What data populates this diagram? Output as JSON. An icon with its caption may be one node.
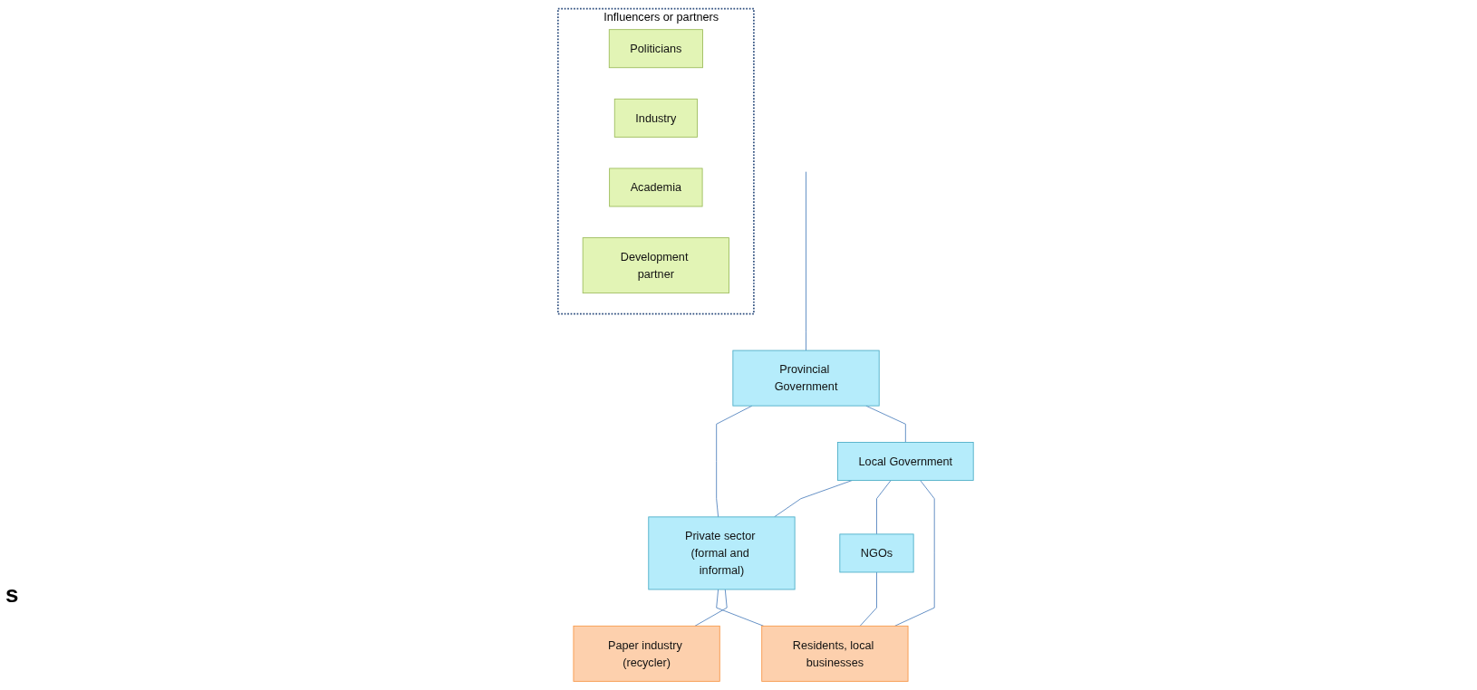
{
  "diagram": {
    "nodes": [
      {
        "text": [
          "Provincial Government"
        ]
      },
      {
        "text": [
          "Private sector (formal and informal)"
        ]
      },
      {
        "text": [
          "Local Government"
        ]
      },
      {
        "text": [
          "NGOs"
        ]
      },
      {
        "text": [
          "Residents, local businesses"
        ]
      },
      {
        "text": [
          "Paper industry (recycler)"
        ]
      },
      {
        "text": [
          "Influencers or partners"
        ]
      },
      {
        "text": [
          "Politicians"
        ],
        "in": 6
      },
      {
        "text": [
          "Industry"
        ],
        "in": 6
      },
      {
        "text": [
          "Academia"
        ],
        "in": 6
      },
      {
        "text": [
          "Development partner"
        ],
        "in": 6
      }
    ],
    "edges": [
      {
        "from": null,
        "to": 0,
        "arrow": "none"
      },
      {
        "from": 0,
        "to": 1,
        "arrow": "none"
      },
      {
        "from": 0,
        "to": 2,
        "arrow": "none"
      },
      {
        "from": 1,
        "to": 4,
        "arrow": "none"
      },
      {
        "from": 2,
        "to": 1,
        "arrow": "none"
      },
      {
        "from": 2,
        "to": 3,
        "arrow": "none"
      },
      {
        "from": 2,
        "to": 4,
        "arrow": "none"
      },
      {
        "from": 1,
        "to": 5,
        "arrow": "none"
      },
      {
        "from": 3,
        "to": 4,
        "arrow": "none"
      }
    ],
    "labels": [
      "s"
    ]
  }
}
